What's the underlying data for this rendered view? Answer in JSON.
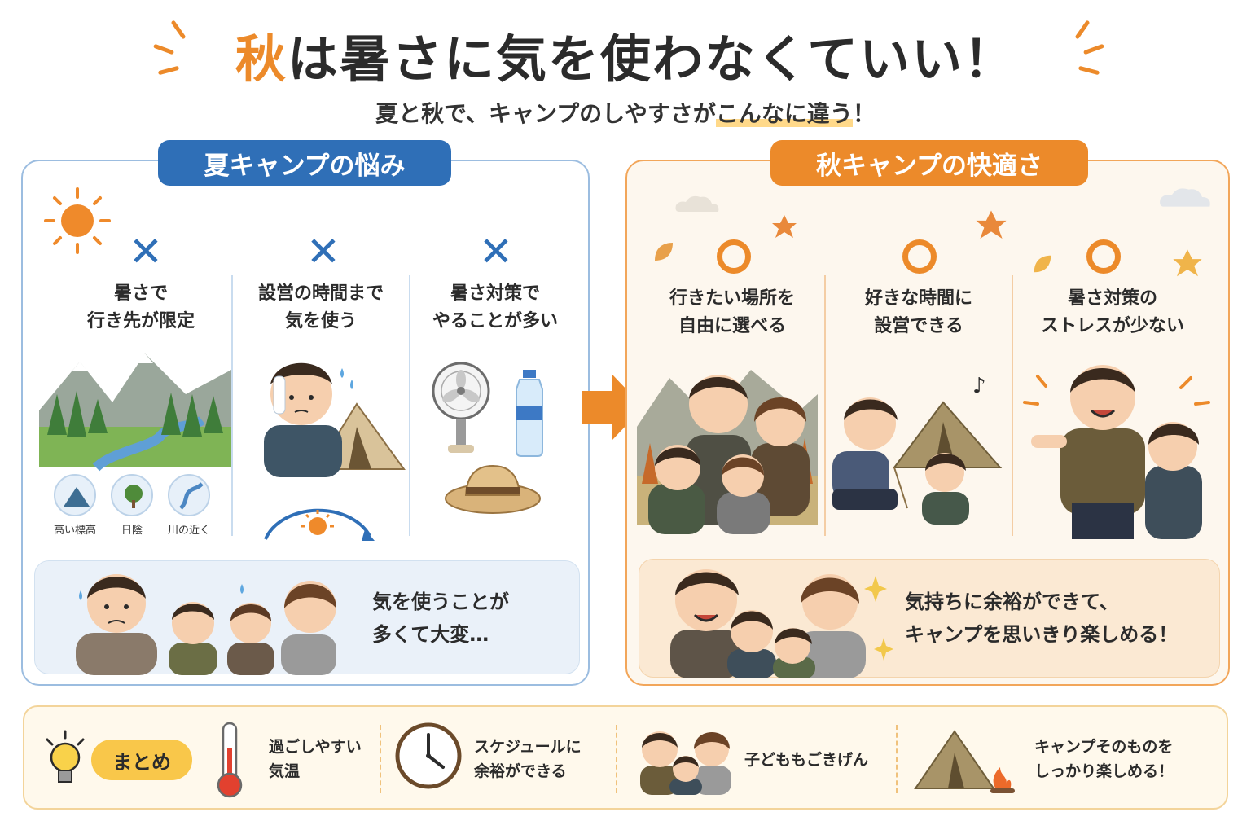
{
  "title": {
    "accent": "秋",
    "rest": "は暑さに気を使わなくていい！"
  },
  "subtitle": {
    "part1": "夏と秋で、キャンプのしやすさが",
    "highlight": "こんなに違う",
    "part2": "！"
  },
  "summer": {
    "header": "夏キャンプの悩み",
    "mark": "✕",
    "columns": [
      {
        "line1": "暑さで",
        "line2": "行き先が限定"
      },
      {
        "line1": "設営の時間まで",
        "line2": "気を使う"
      },
      {
        "line1": "暑さ対策で",
        "line2": "やることが多い"
      }
    ],
    "icon_captions": [
      "高い標高",
      "日陰",
      "川の近く"
    ],
    "bottom": {
      "line1": "気を使うことが",
      "line2": "多くて大変…"
    }
  },
  "autumn": {
    "header": "秋キャンプの快適さ",
    "columns": [
      {
        "line1": "行きたい場所を",
        "line2": "自由に選べる"
      },
      {
        "line1": "好きな時間に",
        "line2": "設営できる"
      },
      {
        "line1": "暑さ対策の",
        "line2": "ストレスが少ない"
      }
    ],
    "bottom": {
      "line1": "気持ちに余裕ができて、",
      "line2": "キャンプを思いきり楽しめる！"
    }
  },
  "summary": {
    "label": "まとめ",
    "items": [
      {
        "line1": "過ごしやすい",
        "line2": "気温"
      },
      {
        "line1": "スケジュールに",
        "line2": "余裕ができる"
      },
      {
        "line1": "子どももごきげん",
        "line2": ""
      },
      {
        "line1": "キャンプそのものを",
        "line2": "しっかり楽しめる！"
      }
    ]
  },
  "colors": {
    "summer_blue": "#2f6fb7",
    "autumn_orange": "#ec8a2a",
    "summary_yellow": "#f9c74a"
  },
  "icons": [
    "sun-icon",
    "mountain-forest-icon",
    "sweating-person-icon",
    "tent-icon",
    "fan-icon",
    "water-bottle-icon",
    "straw-hat-icon",
    "arrow-right-icon",
    "leaf-icon",
    "family-icon",
    "lightbulb-icon",
    "thermometer-icon",
    "clock-icon",
    "campfire-icon"
  ]
}
